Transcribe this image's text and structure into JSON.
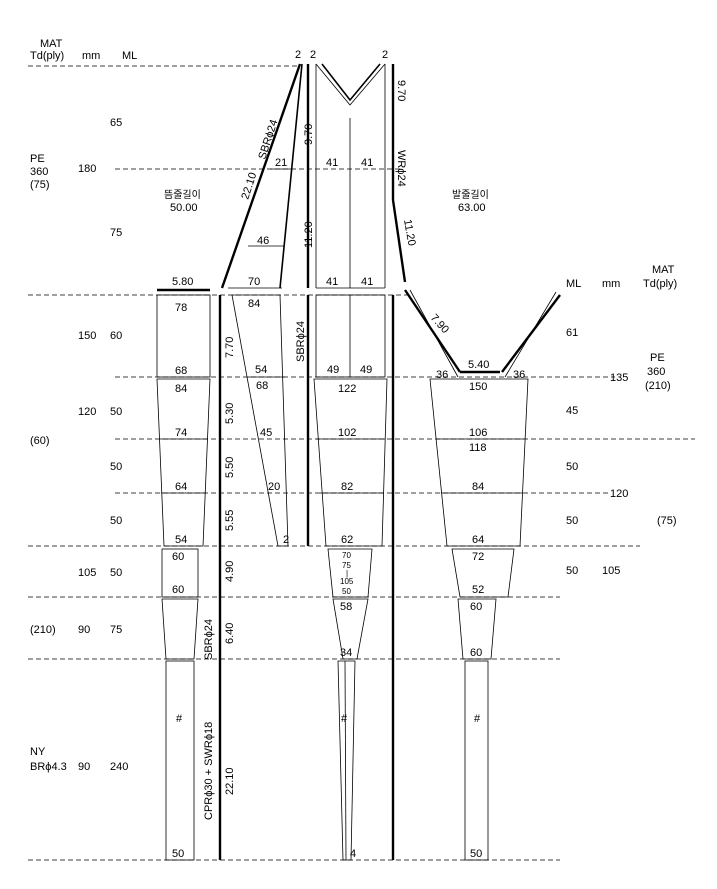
{
  "header_left": {
    "mat": "MAT",
    "td": "Td(ply)",
    "mm": "mm",
    "ml": "ML"
  },
  "header_right": {
    "mat": "MAT",
    "td": "Td(ply)",
    "mm": "mm",
    "ml": "ML"
  },
  "left_table": {
    "pe_mat": "PE",
    "pe_td": "360",
    "pe_ply": "(75)",
    "mm_180": "180",
    "ml_65": "65",
    "ml_75": "75",
    "mm_150": "150",
    "ml_60": "60",
    "mm_120": "120",
    "ml_50a": "50",
    "ply_60": "(60)",
    "ml_50b": "50",
    "ml_50c": "50",
    "mm_105": "105",
    "ml_50d": "50",
    "ply_210": "(210)",
    "mm_90a": "90",
    "ml_75b": "75",
    "ny_mat": "NY",
    "ny_td": "BRϕ4.3",
    "mm_90b": "90",
    "ml_240": "240"
  },
  "right_table": {
    "ml_61": "61",
    "pe_mat": "PE",
    "pe_td": "360",
    "pe_ply": "(210)",
    "mm_135": "135",
    "ml_45": "45",
    "ml_50a": "50",
    "mm_120": "120",
    "ml_50b": "50",
    "ply_75": "(75)",
    "ml_50c": "50",
    "mm_105": "105"
  },
  "top": {
    "corner_2a": "2",
    "corner_2b": "2",
    "corner_2c": "2",
    "ground_rope_length": "22.10",
    "sbr_top": "SBRϕ24",
    "len_970a": "9.70",
    "len_970b": "9.70",
    "wr_top": "WRϕ24",
    "len_1120a": "11.20",
    "len_1120b": "11.20",
    "mesh_21": "21",
    "mesh_41a": "41",
    "mesh_41b": "41",
    "mesh_46": "46",
    "mesh_70": "70",
    "mesh_41c": "41",
    "mesh_41d": "41",
    "float_label": "뜸줄길이",
    "float_value": "50.00",
    "foot_label": "발줄길이",
    "foot_value": "63.00",
    "wing_len": "5.80",
    "len_790": "7.90",
    "len_540": "5.40"
  },
  "sections": {
    "wing_78": "78",
    "wing_68": "68",
    "wing_84": "84",
    "wing_74": "74",
    "wing_64": "64",
    "wing_54": "54",
    "wing_60a": "60",
    "wing_60b": "60",
    "wing_ny": "#",
    "wing_50": "50",
    "side_84": "84",
    "side_54": "54",
    "side_68": "68",
    "side_45": "45",
    "side_20": "20",
    "side_2": "2",
    "len_770": "7.70",
    "len_530": "5.30",
    "len_550": "5.50",
    "len_555": "5.55",
    "len_490": "4.90",
    "len_640": "6.40",
    "len_2210": "22.10",
    "sbr_mid": "SBRϕ24",
    "sbr_low": "SBRϕ24",
    "cpr_label": "CPRϕ30 + SWRϕ18",
    "top_49a": "49",
    "top_49b": "49",
    "top_122": "122",
    "top_102": "102",
    "top_82": "82",
    "top_62": "62",
    "top_70": "70",
    "top_75": "75",
    "top_dash": "|",
    "top_105": "105",
    "top_50": "50",
    "top_58": "58",
    "top_34": "34",
    "top_ny": "#",
    "top_4": "4",
    "bot_36a": "36",
    "bot_36b": "36",
    "bot_150": "150",
    "bot_106": "106",
    "bot_118": "118",
    "bot_84": "84",
    "bot_64": "64",
    "bot_72": "72",
    "bot_52": "52",
    "bot_60a": "60",
    "bot_60b": "60",
    "bot_ny": "#",
    "bot_50": "50"
  }
}
